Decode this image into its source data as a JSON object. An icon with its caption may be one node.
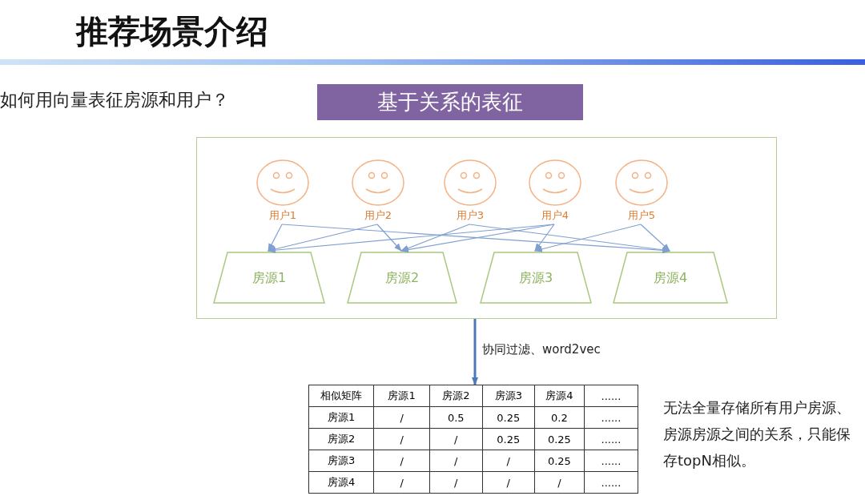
{
  "diagram": {
    "title": "推荐场景介绍",
    "nodes": [
      {
        "text": [
          "基于关系的表征"
        ]
      },
      {
        "text": [],
        "shape": "box"
      },
      {
        "text": [
          "用户1"
        ],
        "in": 1
      },
      {
        "text": [
          "用户2"
        ],
        "in": 1
      },
      {
        "text": [
          "用户3"
        ],
        "in": 1
      },
      {
        "text": [
          "用户4"
        ],
        "in": 1
      },
      {
        "text": [
          "用户5"
        ],
        "in": 1
      },
      {
        "text": [
          "房源1"
        ],
        "in": 1
      },
      {
        "text": [
          "房源2"
        ],
        "in": 1
      },
      {
        "text": [
          "房源3"
        ],
        "in": 1
      },
      {
        "text": [
          "房源4"
        ],
        "in": 1
      },
      {
        "text": [],
        "shape": "table"
      }
    ],
    "edges": [
      {
        "from": 2,
        "to": 7,
        "arrow": "to"
      },
      {
        "from": 2,
        "to": 10,
        "arrow": "to"
      },
      {
        "from": 3,
        "to": 7,
        "arrow": "to"
      },
      {
        "from": 3,
        "to": 8,
        "arrow": "to"
      },
      {
        "from": 4,
        "to": 8,
        "arrow": "to"
      },
      {
        "from": 4,
        "to": 10,
        "arrow": "to"
      },
      {
        "from": 5,
        "to": 7,
        "arrow": "to"
      },
      {
        "from": 5,
        "to": 8,
        "arrow": "to"
      },
      {
        "from": 5,
        "to": 9,
        "arrow": "to"
      },
      {
        "from": 6,
        "to": 9,
        "arrow": "to"
      },
      {
        "from": 6,
        "to": 10,
        "arrow": "to"
      },
      {
        "from": 1,
        "to": 11,
        "arrow": "to",
        "label": "协同过滤、word2vec",
        "style": "thick"
      }
    ],
    "labels": [
      "如何用向量表征房源和用户？",
      "相似矩阵",
      "房源1",
      "房源2",
      "房源3",
      "房源4",
      "......",
      "房源1",
      "/",
      "0.5",
      "0.25",
      "0.2",
      "......",
      "房源2",
      "/",
      "/",
      "0.25",
      "0.25",
      "......",
      "房源3",
      "/",
      "/",
      "/",
      "0.25",
      "......",
      "房源4",
      "/",
      "/",
      "/",
      "/",
      "......",
      "无法全量存储所有用户房源、房源房源之间的关系，只能保存topN相似。"
    ]
  }
}
